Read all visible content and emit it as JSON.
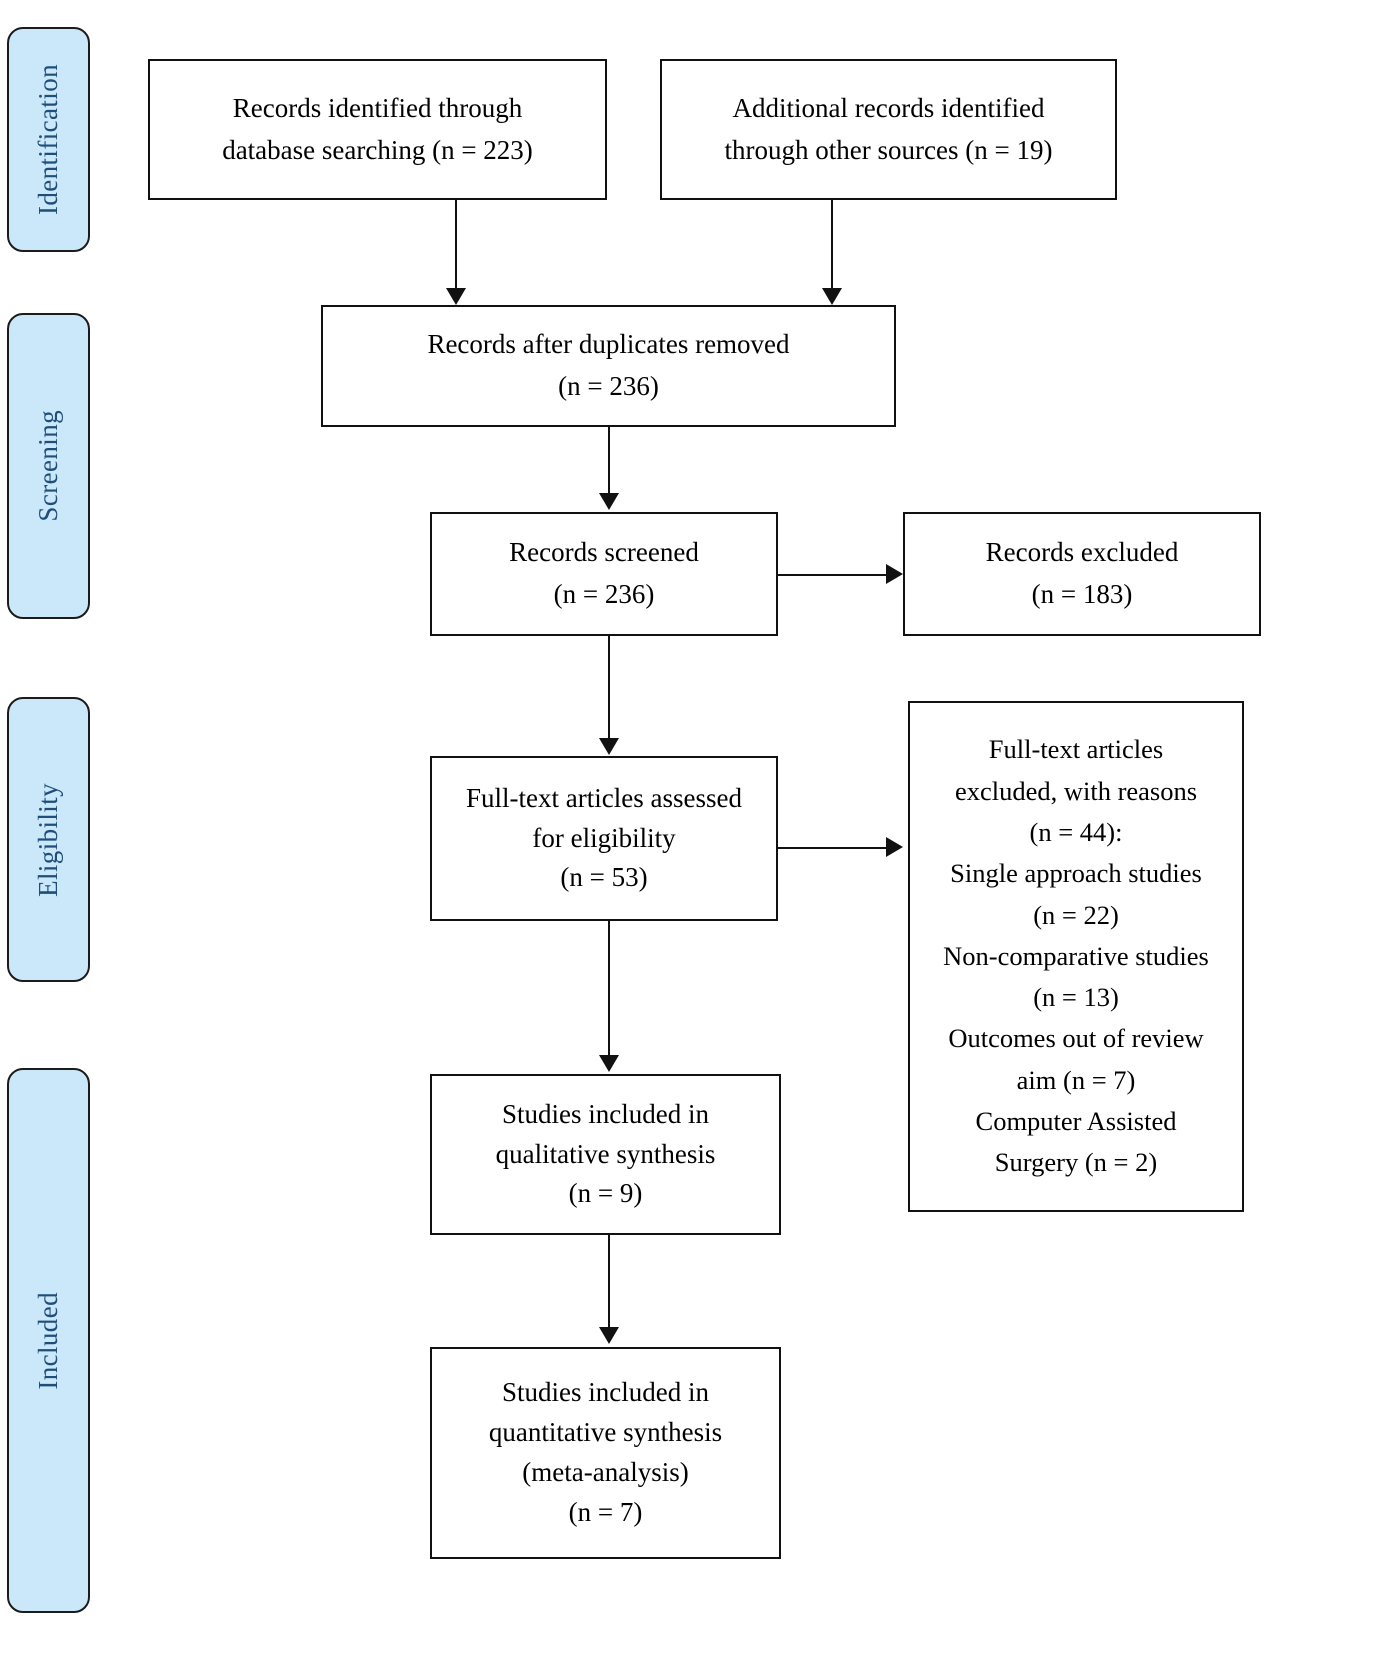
{
  "diagram": {
    "type": "prisma-flow-diagram",
    "phases": [
      {
        "id": "identification",
        "label": "Identification"
      },
      {
        "id": "screening",
        "label": "Screening"
      },
      {
        "id": "eligibility",
        "label": "Eligibility"
      },
      {
        "id": "included",
        "label": "Included"
      }
    ],
    "colors": {
      "phase_fill": "#cbe7fa",
      "phase_border": "#1b1b1b",
      "phase_text": "#1f4e79",
      "box_border": "#111111",
      "box_fill": "#ffffff",
      "connector": "#111111"
    },
    "nodes": {
      "database_search": {
        "lines": [
          "Records identified through",
          "database searching (n = 223)"
        ]
      },
      "other_sources": {
        "lines": [
          "Additional records identified",
          "through other sources (n = 19)"
        ]
      },
      "duplicates_removed": {
        "lines": [
          "Records after duplicates removed",
          "(n = 236)"
        ]
      },
      "records_screened": {
        "lines": [
          "Records screened",
          "(n = 236)"
        ]
      },
      "records_excluded": {
        "lines": [
          "Records excluded",
          "(n = 183)"
        ]
      },
      "fulltext_assessed": {
        "lines": [
          "Full-text articles assessed",
          "for eligibility",
          "(n = 53)"
        ]
      },
      "fulltext_excluded": {
        "lines": [
          "Full-text articles",
          "excluded, with reasons",
          "(n = 44):",
          "Single approach studies",
          "(n = 22)",
          "Non-comparative studies",
          "(n = 13)",
          "Outcomes out of review",
          "aim (n = 7)",
          "Computer Assisted",
          "Surgery (n = 2)"
        ]
      },
      "qualitative_synthesis": {
        "lines": [
          "Studies included in",
          "qualitative synthesis",
          "(n = 9)"
        ]
      },
      "quantitative_synthesis": {
        "lines": [
          "Studies included in",
          "quantitative synthesis",
          "(meta-analysis)",
          "(n = 7)"
        ]
      }
    },
    "counts": {
      "database_searching": 223,
      "other_sources": 19,
      "after_duplicates": 236,
      "screened": 236,
      "excluded_screening": 183,
      "fulltext_assessed": 53,
      "fulltext_excluded_total": 44,
      "single_approach_studies": 22,
      "non_comparative_studies": 13,
      "outcomes_out_of_review_aim": 7,
      "computer_assisted_surgery": 2,
      "qualitative_synthesis": 9,
      "quantitative_synthesis": 7
    }
  }
}
